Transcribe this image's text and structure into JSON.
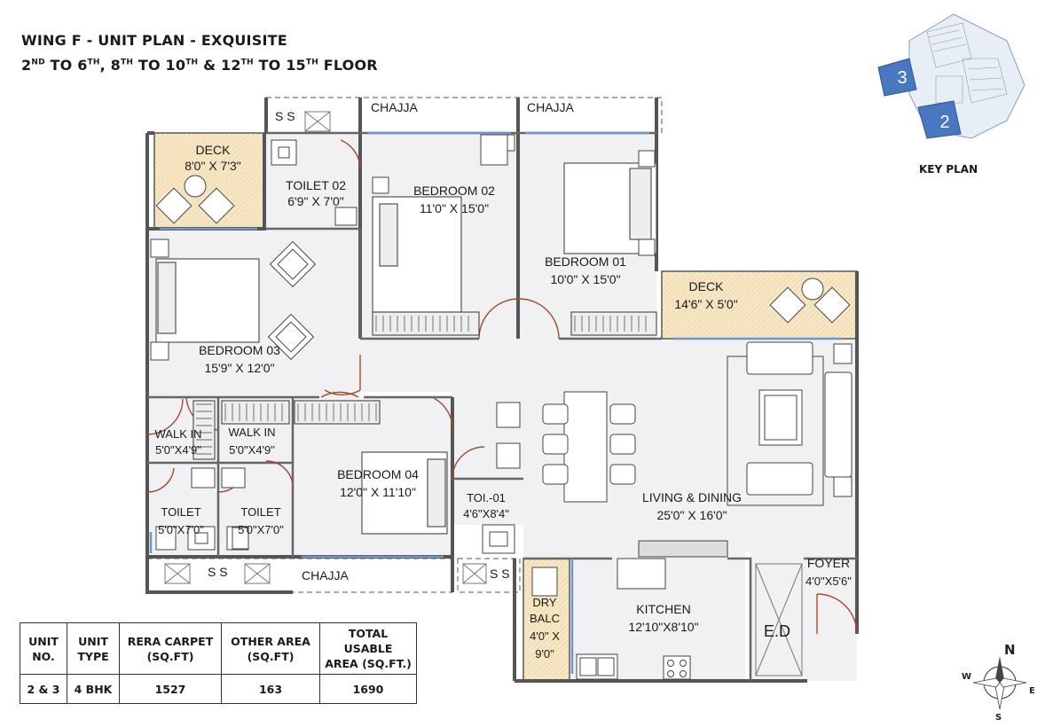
{
  "header": {
    "title": "WING F - UNIT PLAN - EXQUISITE",
    "floors": {
      "a": "2",
      "a_sup": "ND",
      "t1": " TO 6",
      "b_sup": "TH",
      "t2": ", 8",
      "c_sup": "TH",
      "t3": " TO 10",
      "d_sup": "TH",
      "t4": " & 12",
      "e_sup": "TH",
      "t5": " TO 15",
      "f_sup": "TH",
      "t6": " FLOOR"
    }
  },
  "rooms": {
    "deck1": {
      "name": "DECK",
      "size": "8'0\" X 7'3\""
    },
    "toilet2": {
      "name": "TOILET 02",
      "size": "6'9\" X 7'0\""
    },
    "bedroom2": {
      "name": "BEDROOM 02",
      "size": "11'0\" X 15'0\""
    },
    "bedroom1": {
      "name": "BEDROOM 01",
      "size": "10'0\" X 15'0\""
    },
    "deck2": {
      "name": "DECK",
      "size": "14'6\" X 5'0\""
    },
    "bedroom3": {
      "name": "BEDROOM 03",
      "size": "15'9\" X 12'0\""
    },
    "walkin1": {
      "name": "WALK IN",
      "size": "5'0\"X4'9\""
    },
    "walkin2": {
      "name": "WALK IN",
      "size": "5'0\"X4'9\""
    },
    "bedroom4": {
      "name": "BEDROOM 04",
      "size": "12'0\" X 11'10\""
    },
    "toi01": {
      "name": "TOI.-01",
      "size": "4'6\"X8'4\""
    },
    "living": {
      "name": "LIVING & DINING",
      "size": "25'0\" X 16'0\""
    },
    "toilet_a": {
      "name": "TOILET",
      "size": "5'0\"X7'0\""
    },
    "toilet_b": {
      "name": "TOILET",
      "size": "5'0\"X7'0\""
    },
    "foyer": {
      "name": "FOYER",
      "size": "4'0\"X5'6\""
    },
    "kitchen": {
      "name": "KITCHEN",
      "size": "12'10\"X8'10\""
    },
    "drybalc": {
      "line1": "DRY",
      "line2": "BALC",
      "line3": "4'0\" X",
      "line4": "9'0\""
    },
    "ed": {
      "name": "E.D"
    }
  },
  "labels": {
    "chajja_top1": "CHAJJA",
    "chajja_top2": "CHAJJA",
    "chajja_bottom": "CHAJJA",
    "ss_top": "S S",
    "ss_bottom1": "S S",
    "ss_bottom2": "S S"
  },
  "area_table": {
    "headers": [
      {
        "l1": "UNIT",
        "l2": "NO."
      },
      {
        "l1": "UNIT",
        "l2": "TYPE"
      },
      {
        "l1": "RERA CARPET",
        "l2": "(SQ.FT)"
      },
      {
        "l1": "OTHER AREA",
        "l2": "(SQ.FT)"
      },
      {
        "l1": "TOTAL USABLE",
        "l2": "AREA (SQ.FT.)"
      }
    ],
    "row": [
      "2 & 3",
      "4 BHK",
      "1527",
      "163",
      "1690"
    ]
  },
  "key_plan": {
    "label": "KEY PLAN",
    "marker_3": "3",
    "marker_2": "2",
    "highlight_color": "#4a78c0"
  },
  "compass": {
    "n": "N",
    "s": "S",
    "e": "E",
    "w": "W"
  },
  "colors": {
    "deck": "#f7e6c4",
    "wall": "#555555",
    "window": "#6f95c9"
  }
}
